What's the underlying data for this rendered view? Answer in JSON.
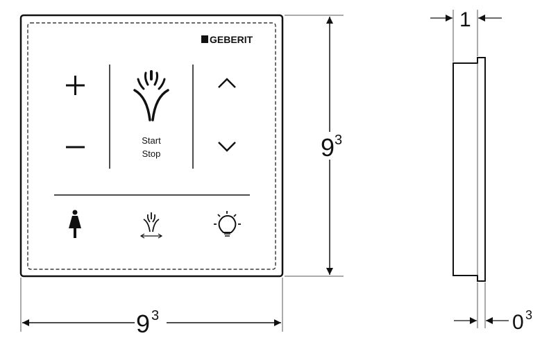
{
  "brand": {
    "name": "GEBERIT"
  },
  "front_view": {
    "center_button": {
      "line1": "Start",
      "line2": "Stop"
    },
    "buttons": [
      "plus-icon",
      "minus-icon",
      "spray-icon",
      "chevron-up-icon",
      "chevron-down-icon",
      "lady-wash-icon",
      "spray-width-icon",
      "light-bulb-icon"
    ],
    "width_dimension": {
      "base": "9",
      "sup": "3"
    },
    "height_dimension": {
      "base": "9",
      "sup": "3"
    }
  },
  "side_view": {
    "depth_dimension": {
      "base": "1"
    },
    "flange_dimension": {
      "base": "0",
      "sup": "3"
    }
  }
}
